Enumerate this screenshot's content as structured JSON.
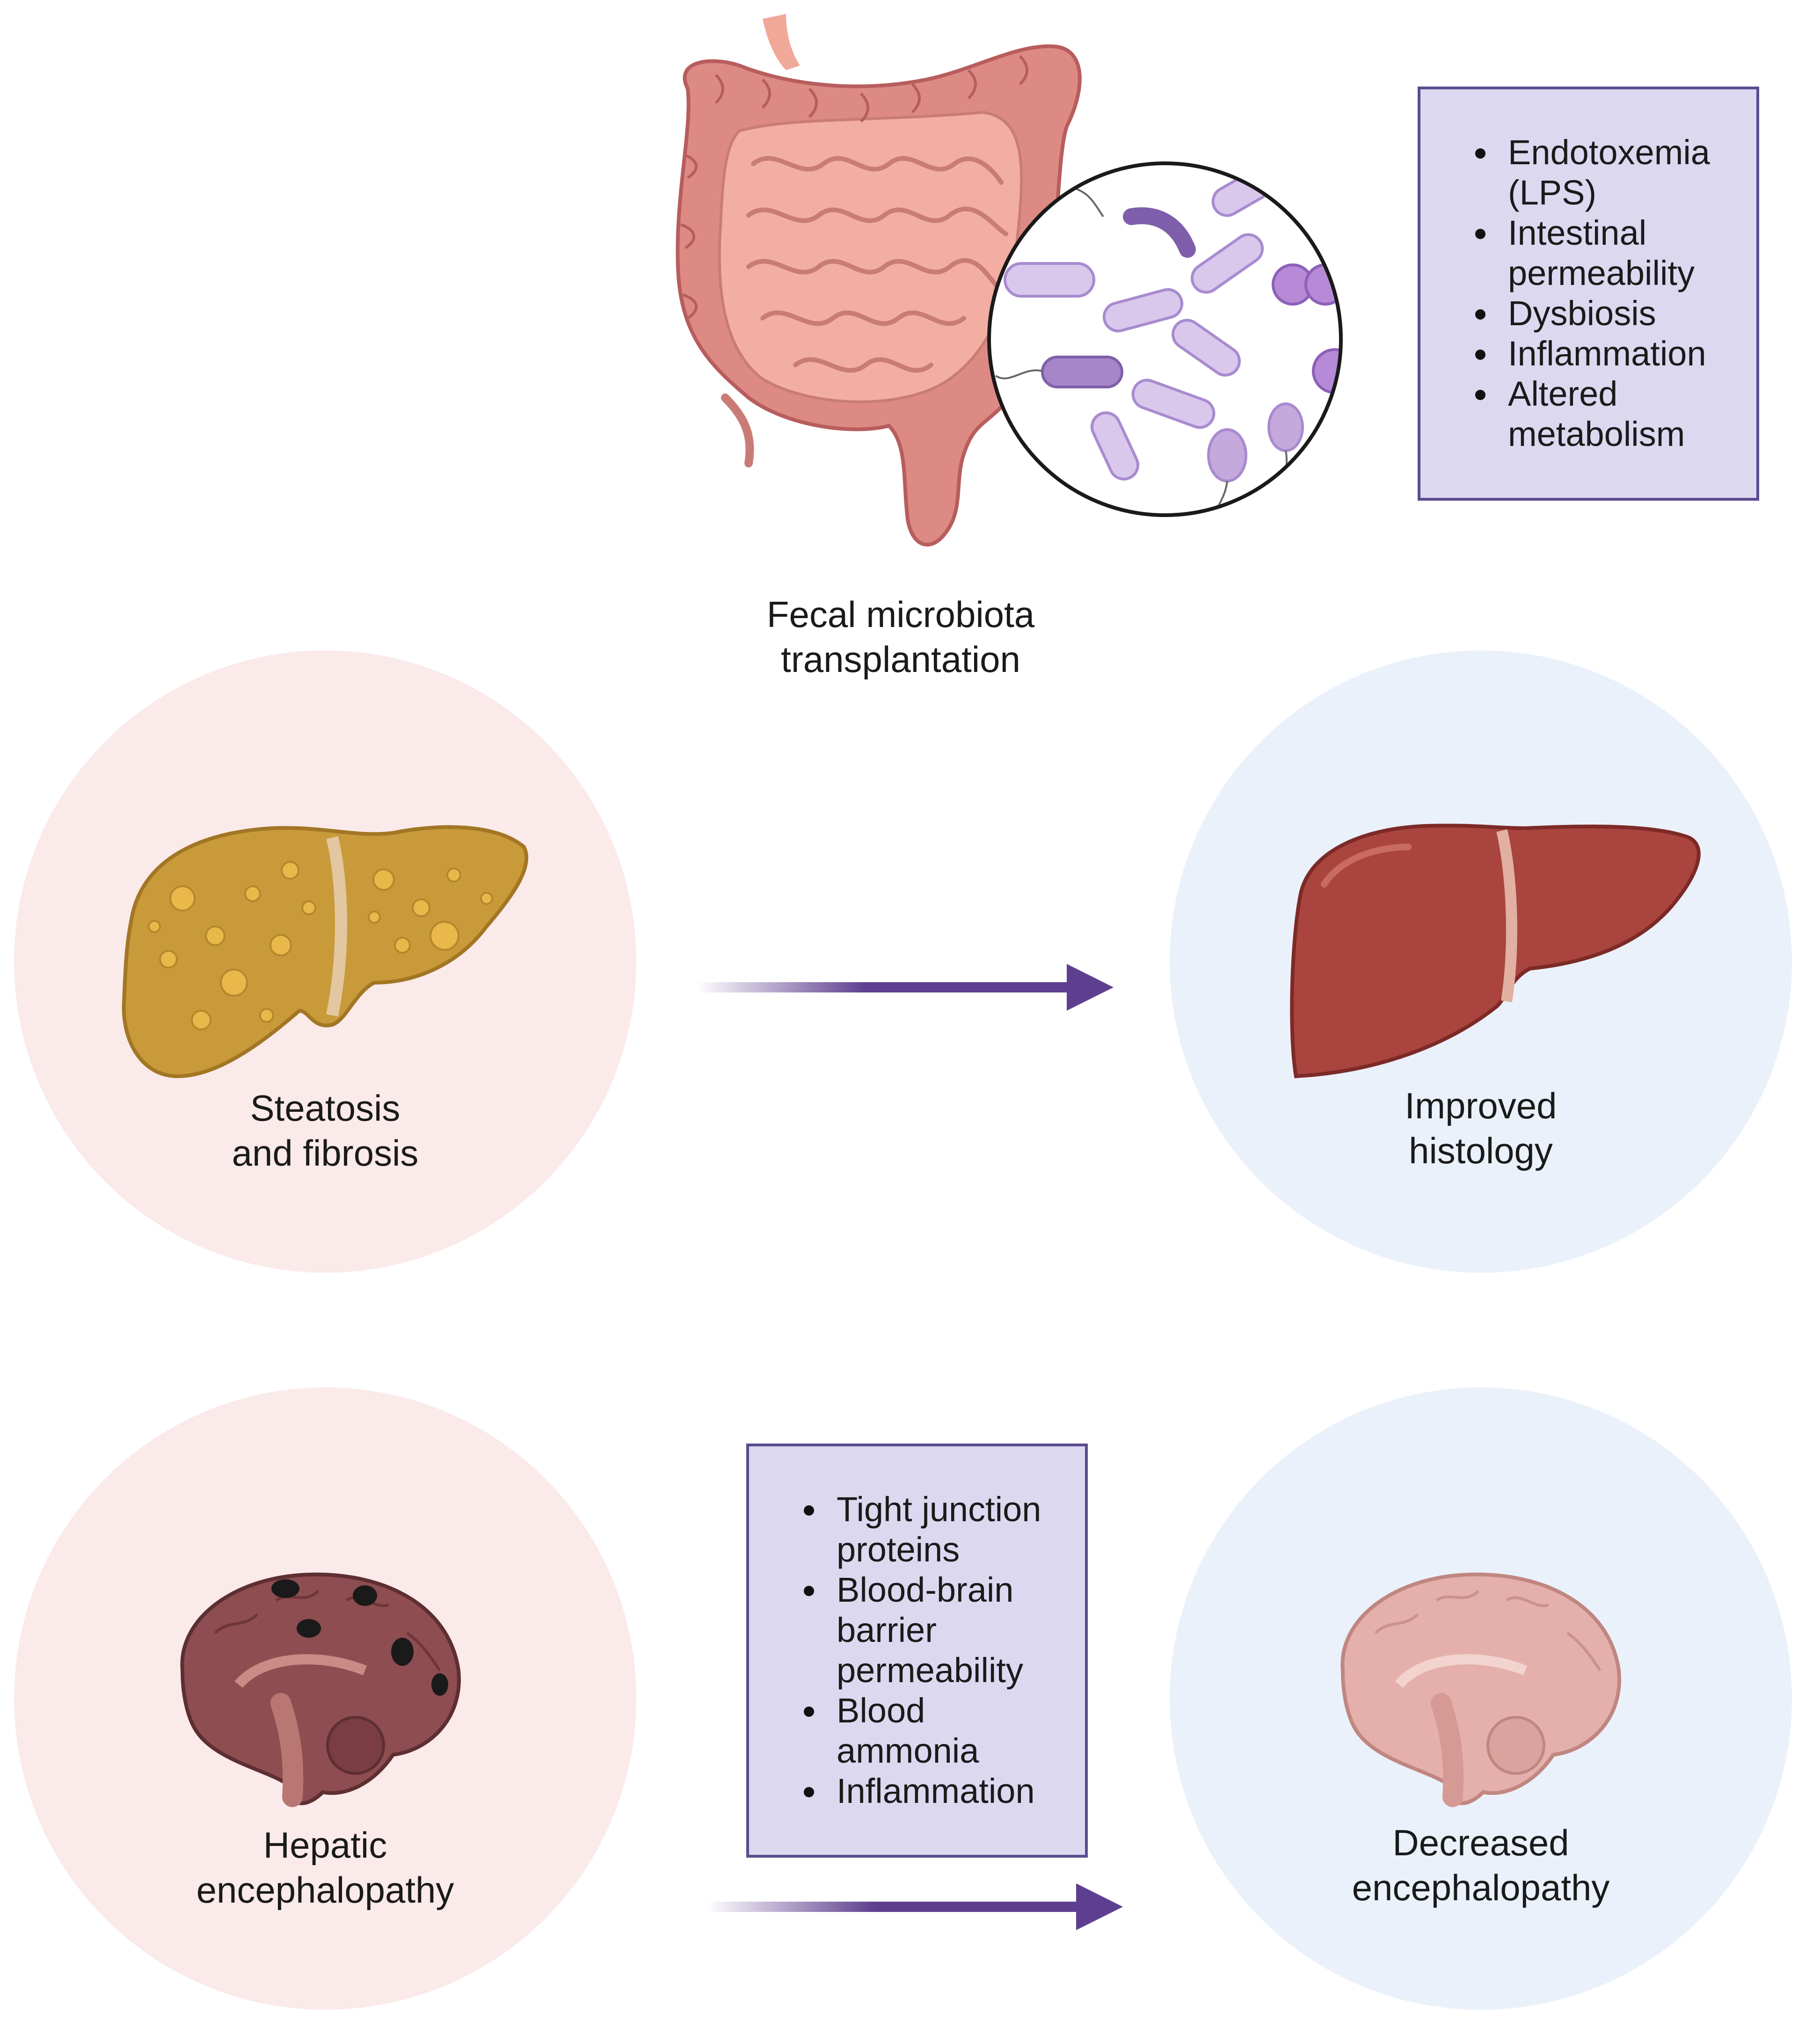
{
  "top": {
    "fmt_label_line1": "Fecal microbiota",
    "fmt_label_line2": "transplantation",
    "gut_effects": [
      "Endotoxemia (LPS)",
      "Intestinal permeability",
      "Dysbiosis",
      "Inflammation",
      "Altered metabolism"
    ]
  },
  "liver_row": {
    "before_line1": "Steatosis",
    "before_line2": "and fibrosis",
    "after_line1": "Improved",
    "after_line2": "histology"
  },
  "brain_row": {
    "before_line1": "Hepatic",
    "before_line2": "encephalopathy",
    "after_line1": "Decreased",
    "after_line2": "encephalopathy",
    "brain_effects": [
      "Tight junction proteins",
      "Blood-brain barrier permeability",
      "Blood ammonia",
      "Inflammation"
    ]
  },
  "colors": {
    "box_fill": "#dcd8f0",
    "box_border": "#5b4b8e",
    "arrow": "#5e3f8f",
    "before_circle": "#fbeaea",
    "after_circle": "#eaf1fa"
  }
}
